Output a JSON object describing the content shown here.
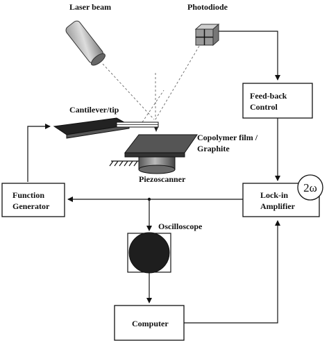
{
  "labels": {
    "laser_beam": "Laser beam",
    "photodiode": "Photodiode",
    "cantilever_tip": "Cantilever/tip",
    "copolymer_line1": "Copolymer film /",
    "copolymer_line2": "Graphite",
    "piezoscanner": "Piezoscanner",
    "oscilloscope": "Oscilloscope"
  },
  "boxes": {
    "feedback_line1": "Feed-back",
    "feedback_line2": "Control",
    "function_line1": "Function",
    "function_line2": "Generator",
    "lockin_line1": "Lock-in",
    "lockin_line2": "Amplifier",
    "computer": "Computer",
    "two_omega": "2ω"
  }
}
